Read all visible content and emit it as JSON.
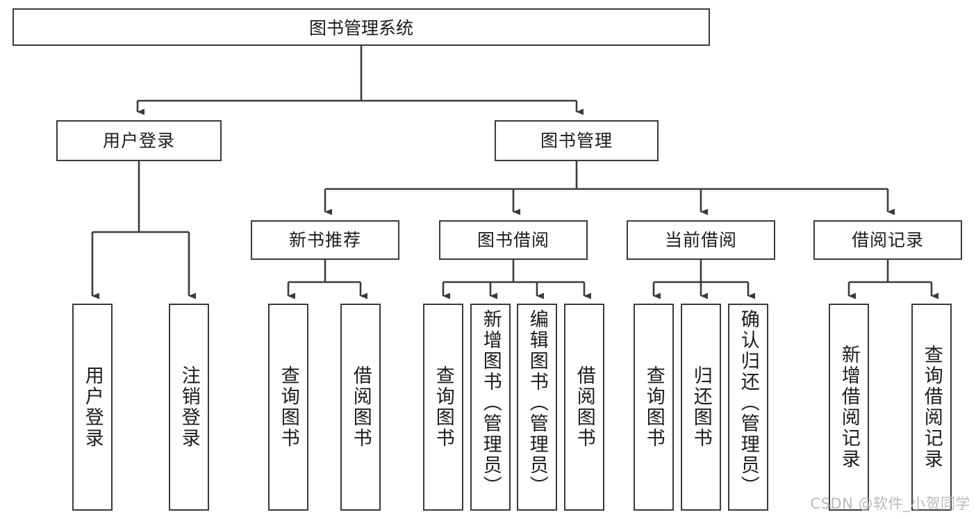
{
  "diagram": {
    "type": "tree-hierarchy",
    "title": "图书管理系统",
    "orientation": "top-down",
    "line_color": "#3a3a3a",
    "box_fill": "#ffffff",
    "text_color": "#1b1b1b",
    "watermark": "CSDN @软件_小贺同学",
    "levels": 3,
    "root": {
      "label": "图书管理系统",
      "children": [
        {
          "label": "用户登录",
          "children": [
            {
              "label": "用户登录"
            },
            {
              "label": "注销登录"
            }
          ]
        },
        {
          "label": "图书管理",
          "children": [
            {
              "label": "新书推荐",
              "children": [
                {
                  "label": "查询图书"
                },
                {
                  "label": "借阅图书"
                }
              ]
            },
            {
              "label": "图书借阅",
              "children": [
                {
                  "label": "查询图书"
                },
                {
                  "label": "新增图书（管理员）"
                },
                {
                  "label": "编辑图书（管理员）"
                },
                {
                  "label": "借阅图书"
                }
              ]
            },
            {
              "label": "当前借阅",
              "children": [
                {
                  "label": "查询图书"
                },
                {
                  "label": "归还图书"
                },
                {
                  "label": "确认归还（管理员）"
                }
              ]
            },
            {
              "label": "借阅记录",
              "children": [
                {
                  "label": "新增借阅记录"
                },
                {
                  "label": "查询借阅记录"
                }
              ]
            }
          ]
        }
      ]
    }
  },
  "nodes": {
    "root": {
      "label": "图书管理系统"
    },
    "user_login": {
      "label": "用户登录"
    },
    "book_manage": {
      "label": "图书管理"
    },
    "new_book_rec": {
      "label": "新书推荐"
    },
    "book_borrow": {
      "label": "图书借阅"
    },
    "current_borrow": {
      "label": "当前借阅"
    },
    "borrow_record": {
      "label": "借阅记录"
    },
    "leaf_user_login": {
      "label": "用户登录"
    },
    "leaf_logout": {
      "label": "注销登录"
    },
    "leaf_query_book_1": {
      "label": "查询图书"
    },
    "leaf_borrow_book_1": {
      "label": "借阅图书"
    },
    "leaf_query_book_2": {
      "label": "查询图书"
    },
    "leaf_add_book": {
      "label": "新增图书（管理员）"
    },
    "leaf_edit_book": {
      "label": "编辑图书（管理员）"
    },
    "leaf_borrow_book_2": {
      "label": "借阅图书"
    },
    "leaf_query_book_3": {
      "label": "查询图书"
    },
    "leaf_return_book": {
      "label": "归还图书"
    },
    "leaf_confirm_return": {
      "label": "确认归还（管理员）"
    },
    "leaf_add_record": {
      "label": "新增借阅记录"
    },
    "leaf_query_record": {
      "label": "查询借阅记录"
    }
  },
  "footer": {
    "watermark": "CSDN @软件_小贺同学"
  }
}
